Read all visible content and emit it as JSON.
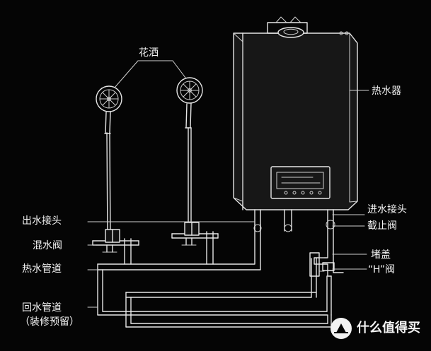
{
  "labels": {
    "shower": "花洒",
    "water_heater": "热水器",
    "outlet_connector": "出水接头",
    "inlet_connector": "进水接头",
    "shutoff_valve": "截止阀",
    "mixing_valve": "混水阀",
    "hot_water_pipe": "热水管道",
    "return_pipe": "回水管道",
    "reserved_note": "（装修预留）",
    "plug_cap": "堵盖",
    "h_valve": "“H”阀"
  },
  "watermark": {
    "text": "什么值得买"
  },
  "colors": {
    "background": "#050505",
    "line": "#e6e6e6",
    "text": "#f2f2f2"
  }
}
